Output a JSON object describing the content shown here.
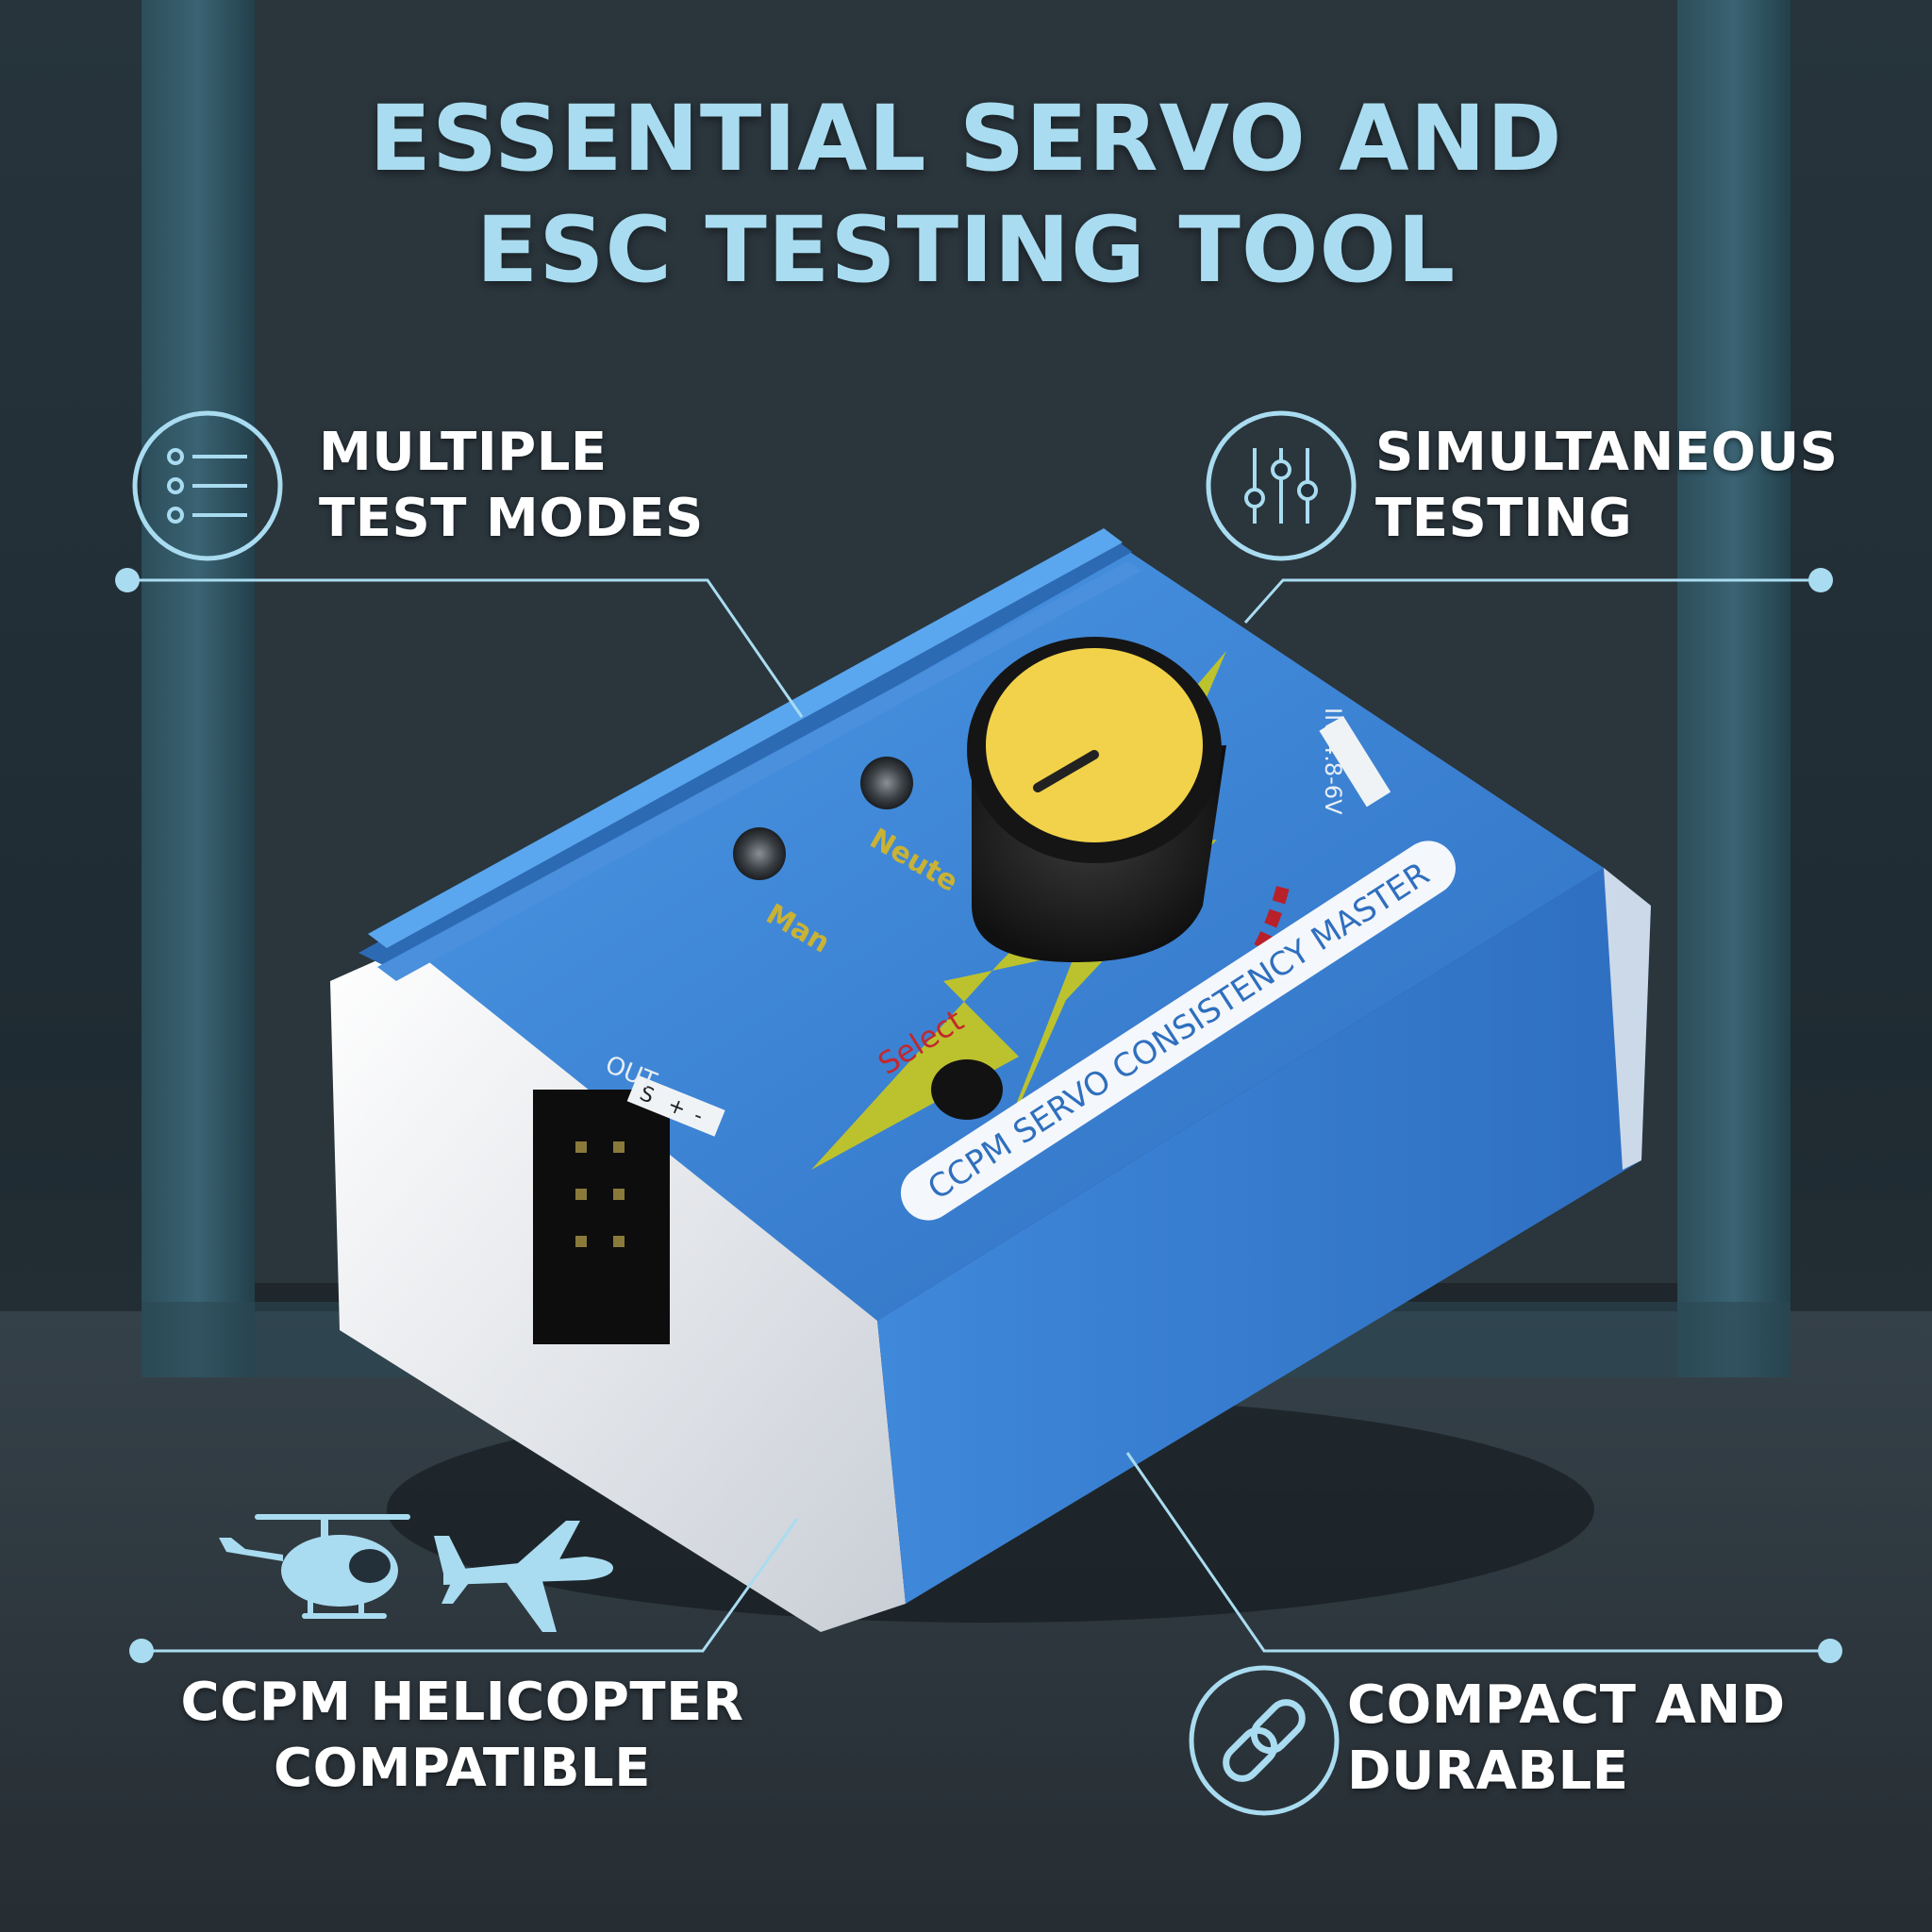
{
  "headline": {
    "line1": "ESSENTIAL SERVO AND",
    "line2": "ESC TESTING TOOL"
  },
  "features": {
    "multiple_test_modes": {
      "line1": "MULTIPLE",
      "line2": "TEST MODES",
      "icon": "list-icon"
    },
    "simultaneous_testing": {
      "line1": "SIMULTANEOUS",
      "line2": "TESTING",
      "icon": "sliders-icon"
    },
    "ccpm_helicopter": {
      "line1": "CCPM HELICOPTER",
      "line2": "COMPATIBLE",
      "icons": [
        "helicopter-icon",
        "airplane-icon"
      ]
    },
    "compact_durable": {
      "line1": "COMPACT AND",
      "line2": "DURABLE",
      "icon": "chain-link-icon"
    }
  },
  "device": {
    "label_strip": "CCPM SERVO CONSISTENCY MASTER",
    "led_man": "Man",
    "led_neutral": "Neute",
    "select": "Select",
    "input_voltage": "4.8-6V",
    "input_tag": "IN",
    "output_tag": "OUT",
    "pin_s": "S",
    "pin_plus": "+",
    "pin_minus": "-"
  },
  "colors": {
    "accent": "#a9dcf0",
    "device_blue": "#3d82d0",
    "knob_yellow": "#f2d24a",
    "bolt_yellow": "#c8c81e"
  }
}
